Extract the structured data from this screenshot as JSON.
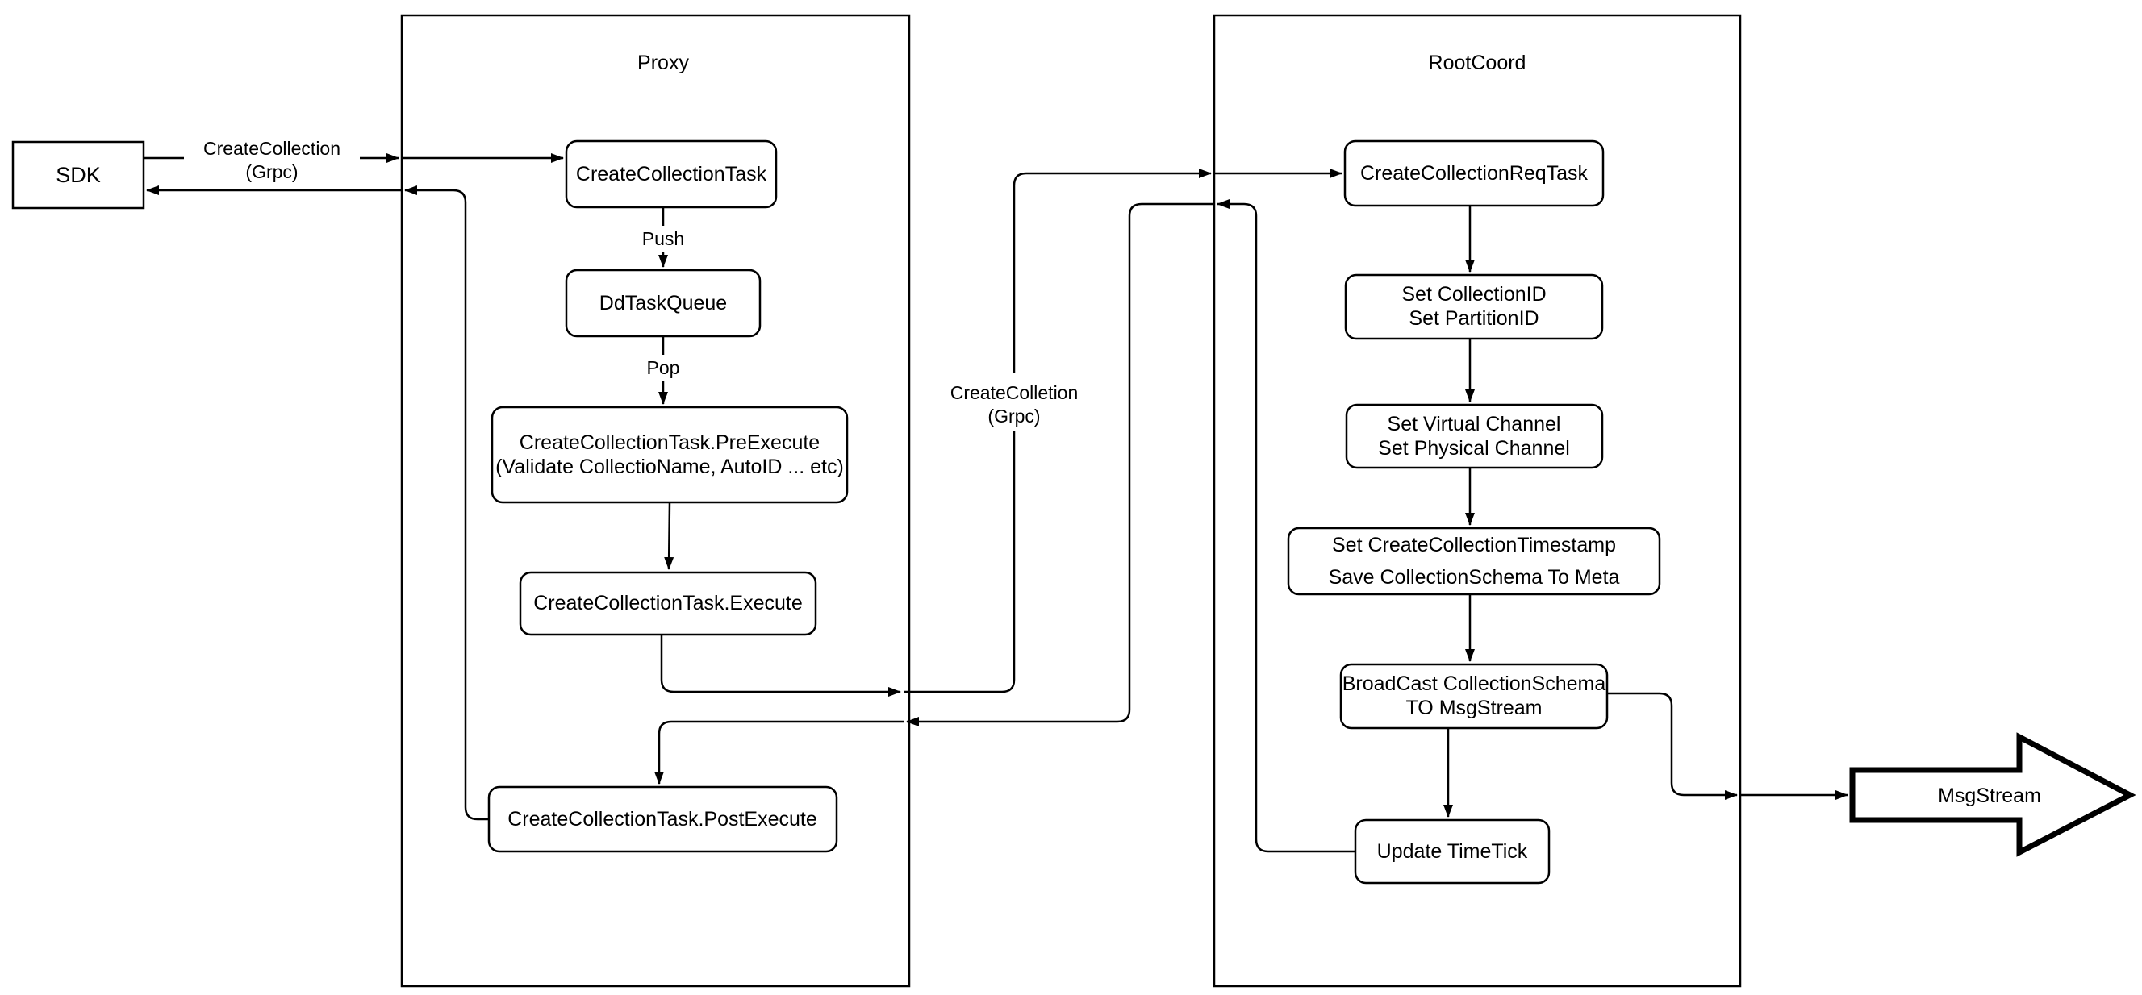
{
  "diagram": {
    "colors": {
      "background": "#ffffff",
      "stroke": "#000000",
      "node_fill": "#ffffff",
      "text": "#000000"
    },
    "containers": {
      "proxy": {
        "title": "Proxy"
      },
      "rootcoord": {
        "title": "RootCoord"
      }
    },
    "nodes": {
      "sdk": {
        "label": "SDK"
      },
      "create_collection_task": {
        "label": "CreateCollectionTask"
      },
      "dd_task_queue": {
        "label": "DdTaskQueue"
      },
      "pre_execute": {
        "line1": "CreateCollectionTask.PreExecute",
        "line2": "(Validate CollectioName, AutoID ... etc)"
      },
      "execute": {
        "label": "CreateCollectionTask.Execute"
      },
      "post_execute": {
        "label": "CreateCollectionTask.PostExecute"
      },
      "create_collection_req_task": {
        "label": "CreateCollectionReqTask"
      },
      "set_collection_id": {
        "line1": "Set CollectionID",
        "line2": "Set PartitionID"
      },
      "set_virtual_channel": {
        "line1": "Set Virtual Channel",
        "line2": "Set Physical Channel"
      },
      "set_create_collection_timestamp": {
        "line1": "Set CreateCollectionTimestamp",
        "line2": "Save CollectionSchema To Meta"
      },
      "broadcast_collection_schema": {
        "line1": "BroadCast CollectionSchema",
        "line2": "TO MsgStream"
      },
      "update_timetick": {
        "label": "Update TimeTick"
      },
      "msgstream": {
        "label": "MsgStream"
      }
    },
    "edge_labels": {
      "sdk_call": {
        "line1": "CreateCollection",
        "line2": "(Grpc)"
      },
      "push": "Push",
      "pop": "Pop",
      "proxy_call": {
        "line1": "CreateColletion",
        "line2": "(Grpc)"
      }
    }
  }
}
